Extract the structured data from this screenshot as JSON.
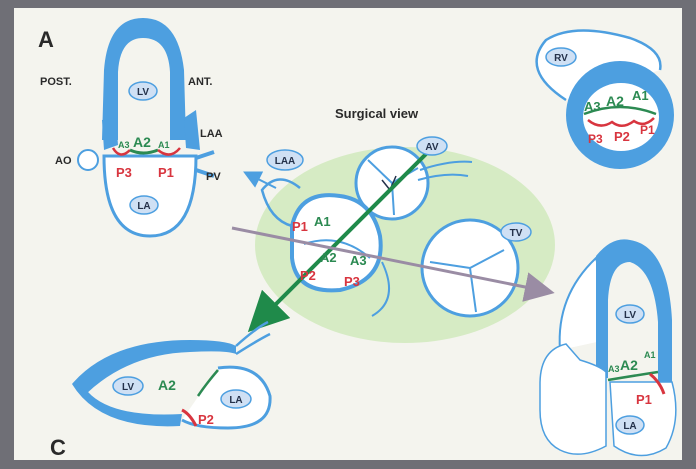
{
  "colors": {
    "frame": "#6f6f76",
    "panel": "#f4f4ee",
    "tissue_blue": "#4d9fe0",
    "valve_green": "#2c8a52",
    "valve_red": "#d8353f",
    "field_green": "#d6ebc4",
    "label_oval": "#cfe0f4",
    "arrow_green": "#1f8a4a",
    "arrow_gray": "#9a8ca4"
  },
  "panel_a": {
    "letter": "A",
    "post": "POST.",
    "ant": "ANT.",
    "lv": "LV",
    "la": "LA",
    "laa": "LAA",
    "ao": "AO",
    "pv": "PV",
    "a1": "A1",
    "a2": "A2",
    "a3": "A3",
    "p1": "P1",
    "p3": "P3"
  },
  "panel_b": {
    "rv": "RV",
    "a1": "A1",
    "a2": "A2",
    "a3": "A3",
    "p1": "P1",
    "p2": "P2",
    "p3": "P3"
  },
  "center": {
    "title": "Surgical view",
    "av": "AV",
    "laa": "LAA",
    "tv": "TV",
    "a1": "A1",
    "a2": "A2",
    "a3": "A3",
    "p1": "P1",
    "p2": "P2",
    "p3": "P3"
  },
  "panel_c": {
    "letter": "C",
    "lv": "LV",
    "la": "LA",
    "a2": "A2",
    "p2": "P2"
  },
  "panel_d": {
    "lv": "LV",
    "la": "LA",
    "a1": "A1",
    "a2": "A2",
    "a3": "A3",
    "p1": "P1"
  }
}
